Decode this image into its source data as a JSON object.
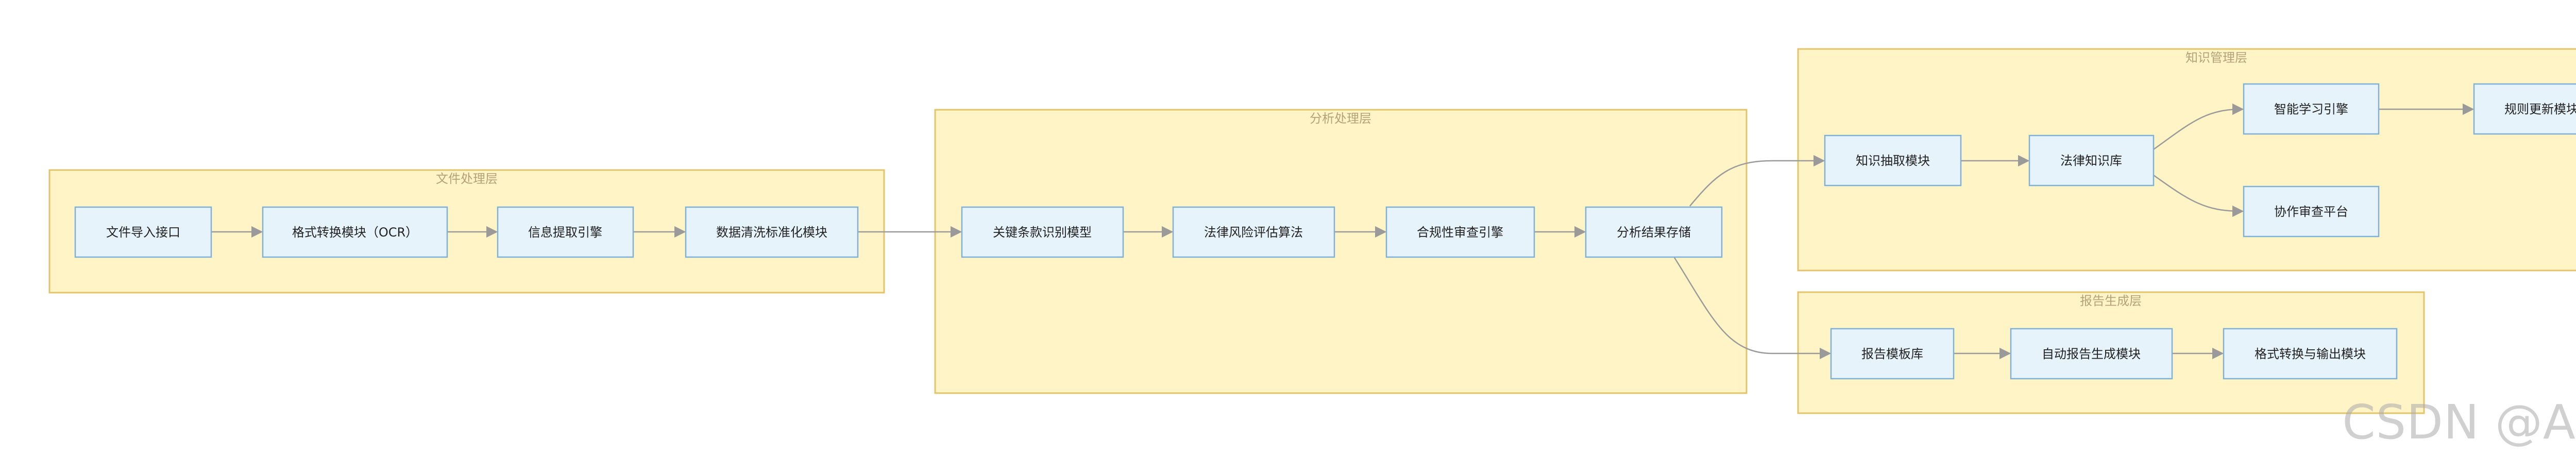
{
  "groups": {
    "file": {
      "title": "文件处理层"
    },
    "analysis": {
      "title": "分析处理层"
    },
    "knowledge": {
      "title": "知识管理层"
    },
    "report": {
      "title": "报告生成层"
    }
  },
  "nodes": {
    "file_import": "文件导入接口",
    "format_convert_ocr": "格式转换模块（OCR）",
    "info_extract": "信息提取引擎",
    "data_clean": "数据清洗标准化模块",
    "clause_identify": "关键条款识别模型",
    "risk_assess": "法律风险评估算法",
    "compliance_review": "合规性审查引擎",
    "result_store": "分析结果存储",
    "knowledge_extract": "知识抽取模块",
    "law_kb": "法律知识库",
    "smart_learning": "智能学习引擎",
    "rule_update": "规则更新模块",
    "collab_review": "协作审查平台",
    "report_template": "报告模板库",
    "auto_report": "自动报告生成模块",
    "format_output": "格式转换与输出模块"
  },
  "watermark": "CSDN @AI解说",
  "colors": {
    "group_fill": "#fff4c6",
    "group_stroke": "#e2c46a",
    "node_fill": "#e6f3fb",
    "node_stroke": "#7fb1d6",
    "edge": "#9a9a9a"
  }
}
